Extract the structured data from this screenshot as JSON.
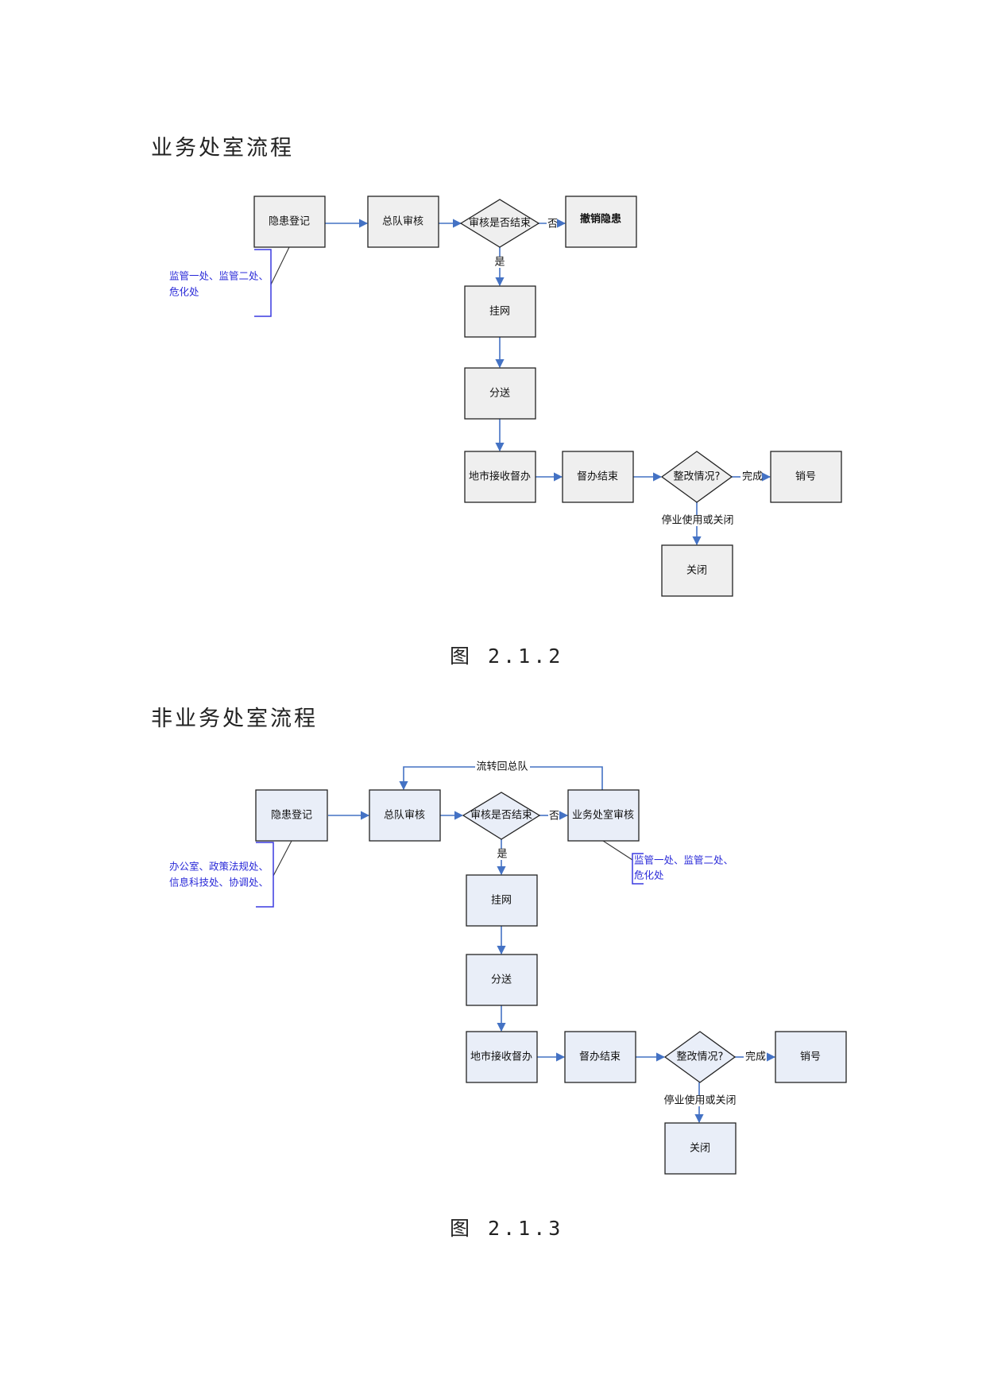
{
  "section1": {
    "heading": "业务处室流程",
    "caption": "图 2.1.2",
    "nodes": {
      "register": "隐患登记",
      "review": "总队审核",
      "review_done": "审核是否结束",
      "revoke": "撤销隐患",
      "publish": "挂网",
      "dispatch": "分送",
      "city_receive": "地市接收督办",
      "supervise_end": "督办结束",
      "rectify": "整改情况?",
      "cancel": "销号",
      "close": "关闭"
    },
    "edges": {
      "no": "否",
      "yes": "是",
      "done": "完成",
      "stop": "停业使用或关闭"
    },
    "note": [
      "监管一处、监管二处、",
      "危化处"
    ]
  },
  "section2": {
    "heading": "非业务处室流程",
    "caption": "图 2.1.3",
    "nodes": {
      "register": "隐患登记",
      "review": "总队审核",
      "review_done": "审核是否结束",
      "dept_review": "业务处室审核",
      "publish": "挂网",
      "dispatch": "分送",
      "city_receive": "地市接收督办",
      "supervise_end": "督办结束",
      "rectify": "整改情况?",
      "cancel": "销号",
      "close": "关闭"
    },
    "edges": {
      "return": "流转回总队",
      "no": "否",
      "yes": "是",
      "done": "完成",
      "stop": "停业使用或关闭"
    },
    "note_left": [
      "办公室、政策法规处、",
      "信息科技处、协调处、"
    ],
    "note_right": [
      "监管一处、监管二处、",
      "危化处"
    ]
  },
  "colors": {
    "connector": "#4472c4",
    "note_text": "#2a2ad8",
    "box_fill_1": "#efefef",
    "box_fill_2": "#e9eef8"
  }
}
